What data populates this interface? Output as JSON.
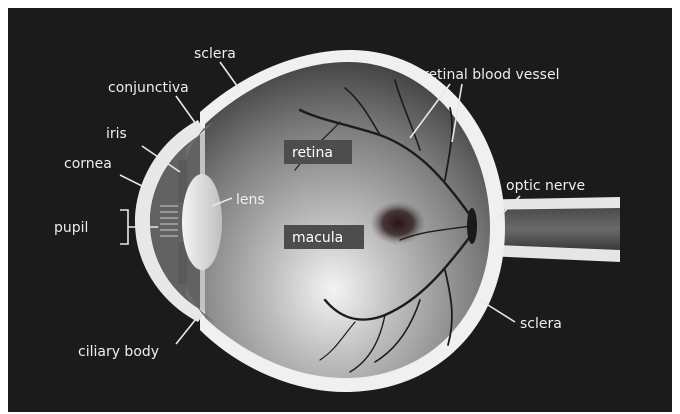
{
  "diagram": {
    "labels": {
      "sclera_top": "sclera",
      "conjunctiva": "conjunctiva",
      "iris": "iris",
      "cornea": "cornea",
      "pupil": "pupil",
      "lens": "lens",
      "retina": "retina",
      "macula": "macula",
      "retinal_blood_vessel": "retinal blood vessel",
      "optic_nerve": "optic nerve",
      "sclera_bottom": "sclera",
      "ciliary_body": "ciliary body"
    }
  }
}
